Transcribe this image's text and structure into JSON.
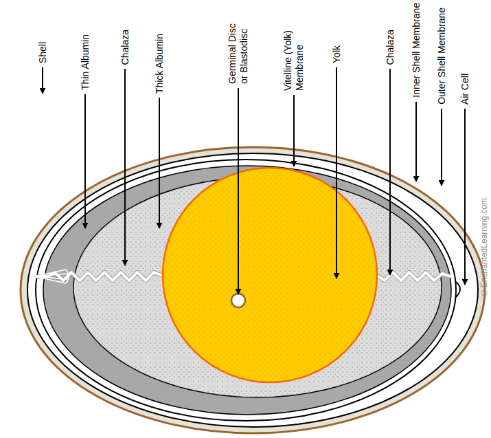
{
  "diagram": {
    "labels": [
      "Shell",
      "Thin Albumin",
      "Chalaza",
      "Thick Albumin",
      "Germinal Disc or Blastodisc",
      "Vitelline (Yolk) Membrane",
      "Yolk",
      "Chalaza",
      "Inner Shell Membrane",
      "Outer Shell Membrane",
      "Air Cell",
      "©EnchantedLearning.com"
    ]
  }
}
